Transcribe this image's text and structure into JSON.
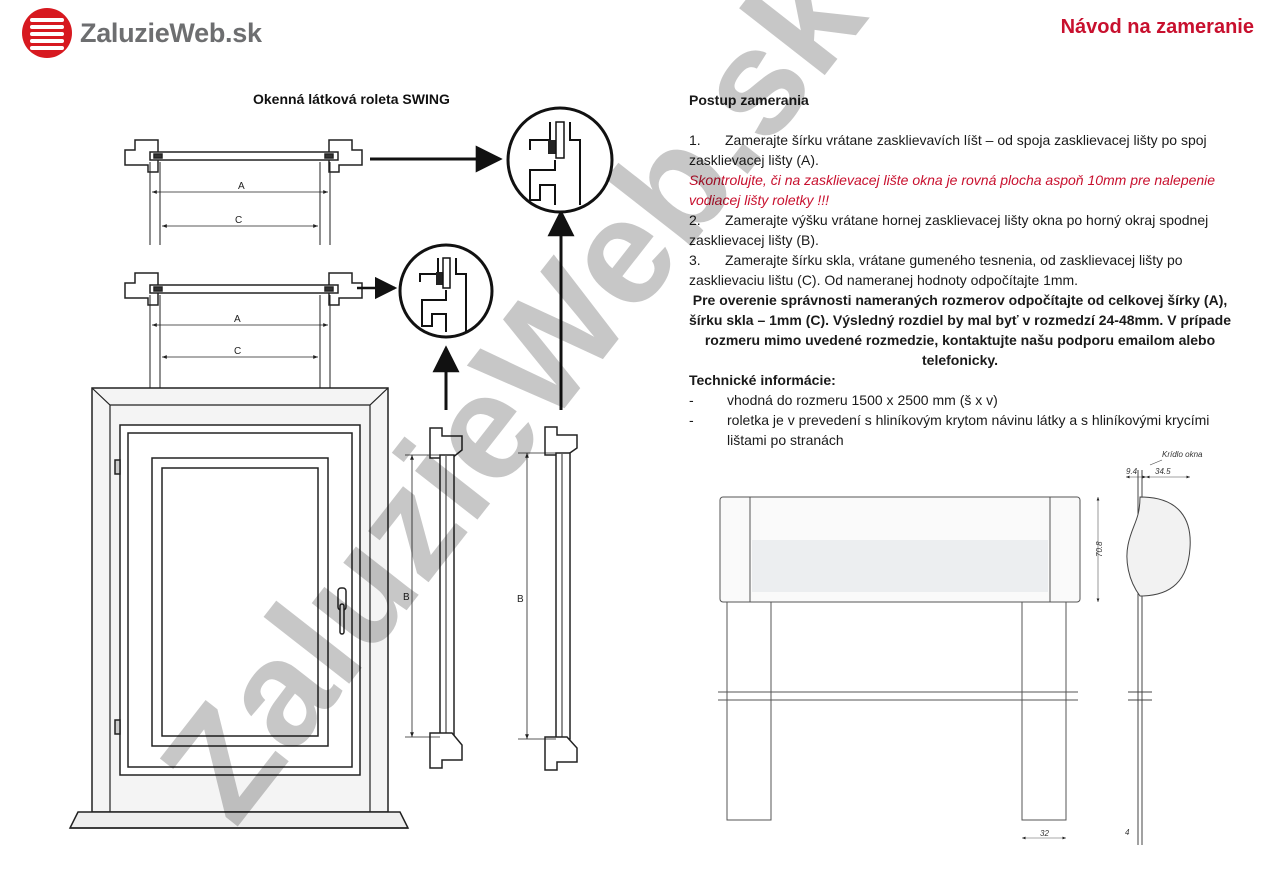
{
  "brand": {
    "name": "ZaluzieWeb.sk",
    "color": "#d71920"
  },
  "document_title": "Návod na zameranie",
  "figure_title": "Okenná látková roleta SWING",
  "dimension_labels": {
    "a": "A",
    "b": "B",
    "c": "C"
  },
  "spec_drawing": {
    "wing_label": "Krídlo okna",
    "dim_9_4": "9.4",
    "dim_34_5": "34.5",
    "dim_70_8": "70.8",
    "dim_32": "32",
    "dim_4": "4"
  },
  "instructions": {
    "heading": "Postup zamerania",
    "step1_num": "1.",
    "step1_text": "Zamerajte šírku vrátane zasklievavích líšt – od spoja zasklievacej lišty po spoj zasklievacej lišty (A).",
    "warning": "Skontrolujte, či na zasklievacej lište okna je rovná plocha aspoň 10mm pre nalepenie vodiacej lišty roletky !!!",
    "step2_num": "2.",
    "step2_text": "Zamerajte výšku vrátane hornej zasklievacej lišty okna po horný okraj spodnej zasklievacej lišty (B).",
    "step3_num": "3.",
    "step3_text": "Zamerajte šírku skla, vrátane gumeného tesnenia, od zasklievacej lišty po zasklievaciu lištu (C). Od nameranej hodnoty odpočítajte 1mm.",
    "check_text": "Pre overenie správnosti nameraných rozmerov odpočítajte od celkovej šírky (A), šírku skla – 1mm  (C). Výsledný rozdiel by mal byť v rozmedzí 24-48mm. V prípade rozmeru mimo uvedené rozmedzie, kontaktujte našu podporu emailom alebo telefonicky.",
    "tech_heading": "Technické informácie:",
    "tech_items": [
      {
        "bullet": "-",
        "text": "vhodná do rozmeru 1500 x 2500 mm (š x v)"
      },
      {
        "bullet": "-",
        "text": "roletka je v prevedení s hliníkovým krytom návinu látky a s hliníkovými krycími lištami po stranách"
      }
    ]
  },
  "watermark": "ZaluzieWeb.sk",
  "colors": {
    "title_red": "#c8102e",
    "logo_gray": "#6d6e70",
    "warning_red": "#c8102e"
  }
}
